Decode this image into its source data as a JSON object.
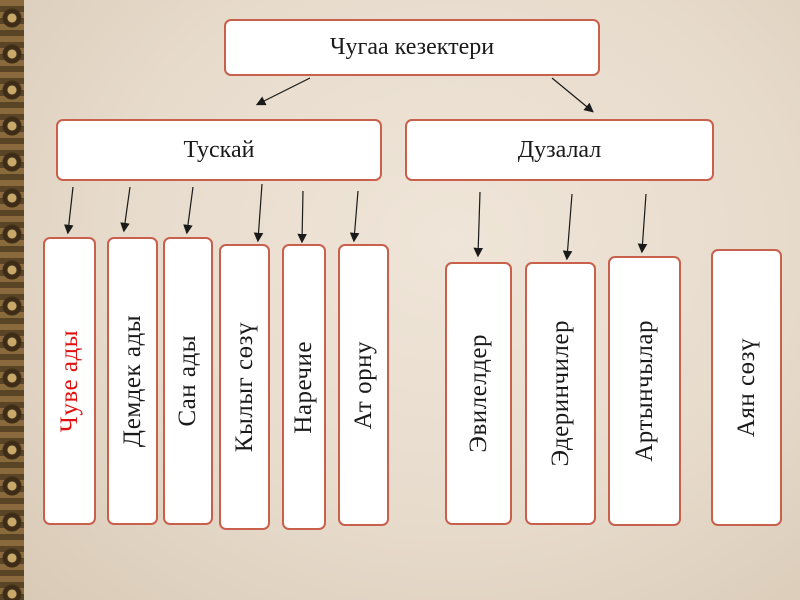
{
  "root": {
    "label": "Чугаа кезектери"
  },
  "groups": {
    "left": {
      "label": "Тускай",
      "items": [
        "Чуве   ады",
        "Демдек  ады",
        "Сан  ады",
        "Кылыг  сөзү",
        "Наречие",
        "Ат орну"
      ]
    },
    "right": {
      "label": "Дузалал",
      "items": [
        "Эвилелдер",
        "Эдеринчилер",
        "Артынчылар"
      ]
    }
  },
  "extra": {
    "label": "Аян сөзү"
  },
  "colors": {
    "box_border": "#c8604c",
    "highlight_text": "#e01010",
    "arrow": "#1a1a1a"
  }
}
